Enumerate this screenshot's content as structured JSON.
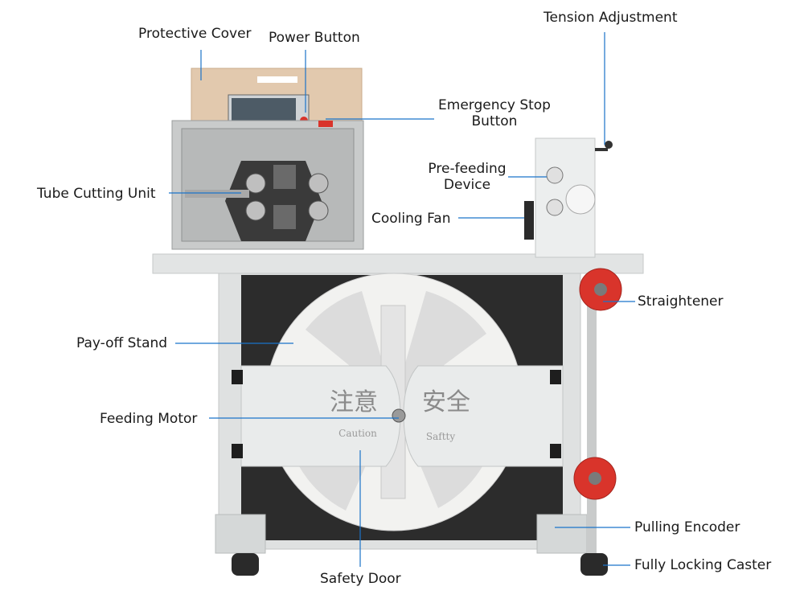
{
  "labels": {
    "protective_cover": "Protective Cover",
    "power_button": "Power Button",
    "tension_adjustment": "Tension Adjustment",
    "emergency_stop_line1": "Emergency Stop",
    "emergency_stop_line2": "Button",
    "pre_feeding_line1": "Pre-feeding",
    "pre_feeding_line2": "Device",
    "tube_cutting_unit": "Tube Cutting Unit",
    "cooling_fan": "Cooling Fan",
    "straightener": "Straightener",
    "pay_off_stand": "Pay-off Stand",
    "feeding_motor": "Feeding Motor",
    "pulling_encoder": "Pulling Encoder",
    "fully_locking_caster": "Fully Locking Caster",
    "safety_door": "Safety Door"
  },
  "door_text": {
    "left_cn": "注意",
    "right_cn": "安全",
    "left_en": "Caution",
    "right_en": "Saftty"
  },
  "colors": {
    "leader_line": "#1a73c9",
    "accent_red": "#d9342b",
    "machine_body": "#e4e6e6",
    "reel": "#f2f2f0",
    "cover": "#e2c9ae"
  }
}
